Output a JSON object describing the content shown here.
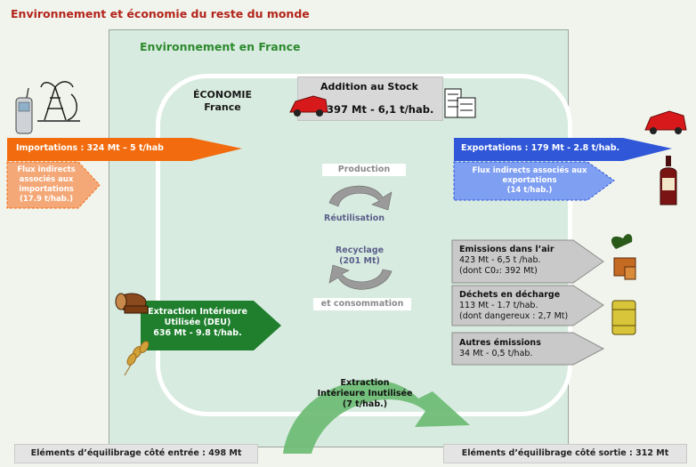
{
  "header": {
    "title": "Environnement et économie du reste du monde"
  },
  "france": {
    "title": "Environnement en France"
  },
  "economy": {
    "title_line1": "ÉCONOMIE",
    "title_line2": "France"
  },
  "stock": {
    "title": "Addition au Stock",
    "value": "397 Mt - 6,1 t/hab."
  },
  "imports": {
    "label": "Importations : 324 Mt – 5 t/hab",
    "indirect": [
      "Flux indirects",
      "associés aux",
      "importations",
      "(17.9 t/hab.)"
    ]
  },
  "exports": {
    "label": "Exportations : 179 Mt - 2.8 t/hab.",
    "indirect": [
      "Flux indirects associés aux",
      "exportations",
      "(14 t/hab.)"
    ]
  },
  "cycle": {
    "production": "Production",
    "reutilisation": "Réutilisation",
    "recycling_line1": "Recyclage",
    "recycling_line2": "(201 Mt)",
    "consumption": "et consommation"
  },
  "outputs": [
    {
      "title": "Emissions dans l’air",
      "line1": "423  Mt - 6,5 t /hab.",
      "line2": "(dont C0₂: 392 Mt)"
    },
    {
      "title": "Déchets en décharge",
      "line1": "113  Mt - 1.7 t/hab.",
      "line2": "(dont dangereux : 2,7 Mt)"
    },
    {
      "title": "Autres émissions",
      "line1": "34 Mt - 0,5 t/hab.",
      "line2": ""
    }
  ],
  "deu": {
    "line1": "Extraction Intérieure",
    "line2": "Utilisée (DEU)",
    "line3": "636 Mt - 9.8 t/hab."
  },
  "unused": {
    "line1": "Extraction",
    "line2": "Intérieure Inutilisée",
    "line3": "(7 t/hab.)"
  },
  "balance": {
    "input": "Eléments d’équilibrage côté entrée : 498 Mt",
    "output": "Eléments d’équilibrage côté sortie : 312 Mt"
  },
  "colors": {
    "import_arrow": "#f26c0f",
    "import_indirect": "#f4a878",
    "export_arrow": "#2f57d8",
    "export_indirect": "#7f9ff2",
    "deu_arrow": "#1f7f2d",
    "output_arrow": "#c9c9c9",
    "title_red": "#b3241c",
    "title_green": "#2d8a2e"
  },
  "icons": [
    "mobile-phone-icon",
    "oil-derrick-icon",
    "red-car-icon",
    "building-icon",
    "wine-bottle-icon",
    "plant-pot-icon",
    "barrel-icon",
    "wood-log-icon",
    "wheat-icon"
  ]
}
